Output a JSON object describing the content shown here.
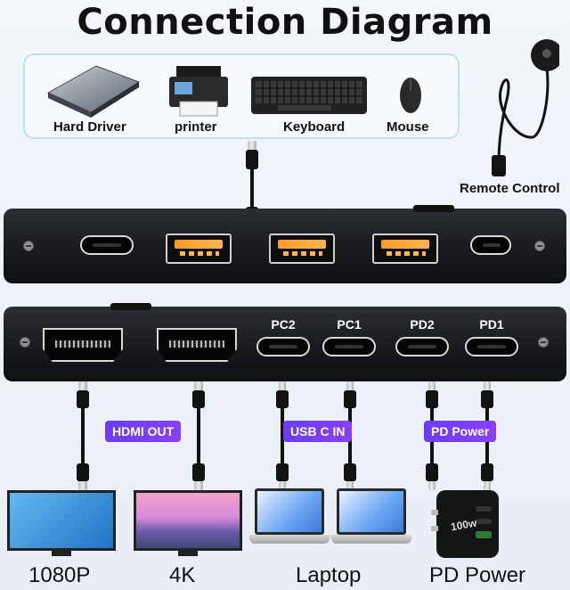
{
  "title": "Connection Diagram",
  "peripherals": [
    {
      "label": "Hard Driver",
      "icon": "hard-drive-icon"
    },
    {
      "label": "printer",
      "icon": "printer-icon"
    },
    {
      "label": "Keyboard",
      "icon": "keyboard-icon"
    },
    {
      "label": "Mouse",
      "icon": "mouse-icon"
    }
  ],
  "remote_label": "Remote Control",
  "back_panel": {
    "port_labels": [
      "PC2",
      "PC1",
      "PD2",
      "PD1"
    ]
  },
  "badges": {
    "hdmi": "HDMI OUT",
    "usbc": "USB C IN",
    "pd": "PD Power"
  },
  "outputs": [
    {
      "label": "1080P",
      "icon": "monitor-icon"
    },
    {
      "label": "4K",
      "icon": "monitor-icon"
    },
    {
      "label": "Laptop",
      "icon": "laptop-icon"
    },
    {
      "label": "PD Power",
      "icon": "charger-icon"
    }
  ],
  "charger_text": "100w",
  "colors": {
    "accent_purple": "#7a3ef1",
    "usb_orange": "#ffa63a",
    "device_dark": "#1a1c1f"
  }
}
